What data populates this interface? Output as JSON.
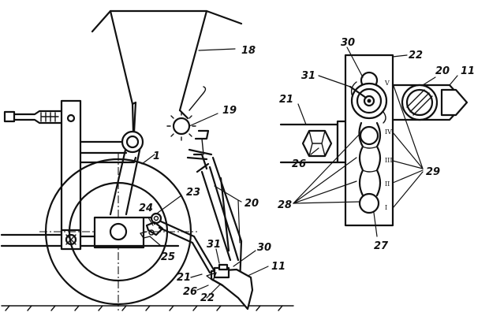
{
  "labels": {
    "n18": "18",
    "n19": "19",
    "n1": "1",
    "n23": "23",
    "n20_left": "20",
    "n24": "24",
    "n25": "25",
    "n31_left": "31",
    "n30_left": "30",
    "n21_left": "21",
    "n11_left": "11",
    "n26_left": "26",
    "n22_left": "22",
    "n30_right": "30",
    "n22_right": "22",
    "n20_right": "20",
    "n11_right": "11",
    "n31_right": "31",
    "n21_right": "21",
    "n26_right": "26",
    "n29": "29",
    "n28": "28",
    "n27": "27"
  },
  "plate_marks": [
    "V",
    "IV",
    "III",
    "II",
    "I"
  ],
  "colors": {
    "ink": "#111111",
    "paper": "#ffffff"
  }
}
